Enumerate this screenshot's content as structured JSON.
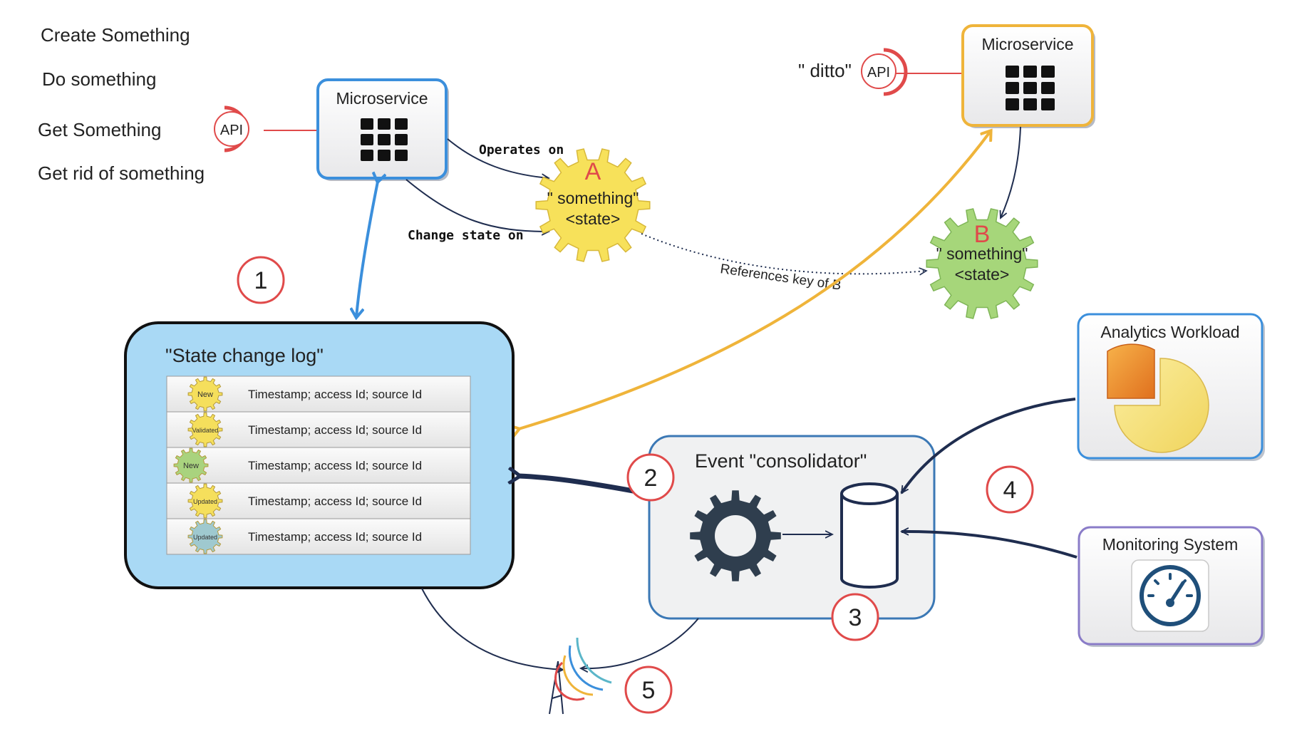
{
  "api_ops": [
    "Create Something",
    "Do something",
    "Get Something",
    "Get rid of something"
  ],
  "ditto_label": "\" ditto\"",
  "api_label": "API",
  "microservice_label": "Microservice",
  "edge_operates": "Operates on",
  "edge_change_state": "Change state on",
  "edge_references": "References key of B",
  "entity_a": {
    "letter": "A",
    "line1": "\" something\"",
    "line2": "<state>"
  },
  "entity_b": {
    "letter": "B",
    "line1": "\" something\"",
    "line2": "<state>"
  },
  "log_title": "\"State change log\"",
  "log_rows": [
    {
      "badge": "New",
      "badge_color": "#f5df5c",
      "text": "Timestamp; access Id; source Id"
    },
    {
      "badge": "Validated",
      "badge_color": "#f5df5c",
      "text": "Timestamp; access Id; source Id"
    },
    {
      "badge": "New",
      "badge_color": "#a9d37e",
      "text": "Timestamp; access Id; source Id"
    },
    {
      "badge": "Updated",
      "badge_color": "#f5df5c",
      "text": "Timestamp; access Id; source Id"
    },
    {
      "badge": "Updated",
      "badge_color": "#9fc9cf",
      "text": "Timestamp; access Id; source Id"
    }
  ],
  "consolidator_title": "Event \"consolidator\"",
  "analytics_title": "Analytics Workload",
  "monitoring_title": "Monitoring System",
  "steps": [
    "1",
    "2",
    "3",
    "4",
    "5"
  ],
  "colors": {
    "blue": "#3b8fdc",
    "orange": "#efb43a",
    "red": "#e04a4a",
    "navy": "#1f2d4f",
    "log_fill": "#a9d9f5",
    "purple": "#8a7cc8"
  }
}
